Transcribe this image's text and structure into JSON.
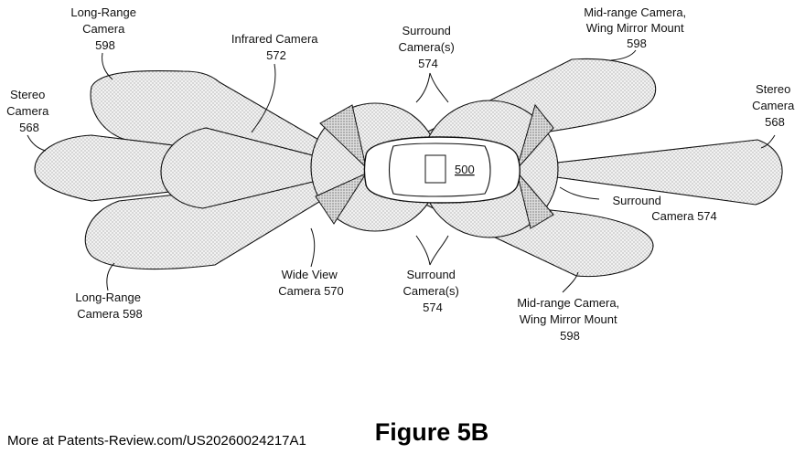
{
  "figure_title": "Figure 5B",
  "footer": "More at Patents-Review.com/US20260024217A1",
  "vehicle_label": "500",
  "labels": {
    "long_range_top": [
      "Long-Range",
      "Camera",
      "598"
    ],
    "infrared": [
      "Infrared Camera",
      "572"
    ],
    "surround_top": [
      "Surround",
      "Camera(s)",
      "574"
    ],
    "mid_range_top": [
      "Mid-range Camera,",
      "Wing Mirror Mount",
      "598"
    ],
    "stereo_left": [
      "Stereo",
      "Camera",
      "568"
    ],
    "stereo_right": [
      "Stereo",
      "Camera",
      "568"
    ],
    "surround_right": [
      "Surround",
      "Camera 574"
    ],
    "long_range_bottom": [
      "Long-Range",
      "Camera 598"
    ],
    "wide_view": [
      "Wide View",
      "Camera 570"
    ],
    "surround_bottom": [
      "Surround",
      "Camera(s)",
      "574"
    ],
    "mid_range_bottom": [
      "Mid-range Camera,",
      "Wing Mirror Mount",
      "598"
    ]
  }
}
